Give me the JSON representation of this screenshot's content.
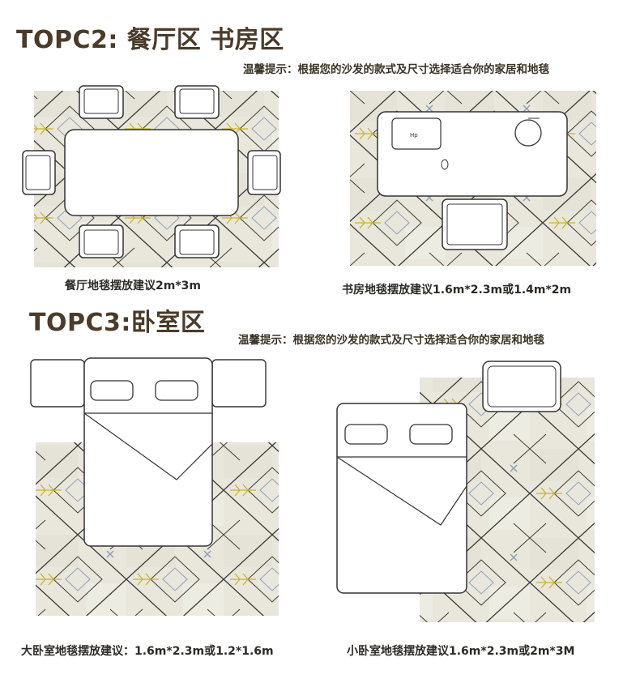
{
  "section_dining_study": {
    "title": "TOPC2:  餐厅区 书房区",
    "tip": "温馨提示：根据您的沙发的款式及尺寸选择适合你的家居和地毯",
    "dining_caption": "餐厅地毯摆放建议2m*3m",
    "study_caption": "书房地毯摆放建议1.6m*2.3m或1.4m*2m",
    "laptop_brand": "Hp"
  },
  "section_bedroom": {
    "title": "TOPC3:卧室区",
    "tip": "温馨提示：根据您的沙发的款式及尺寸选择适合你的家居和地毯",
    "large_bedroom_caption": "大卧室地毯摆放建议：1.6m*2.3m或1.2*1.6m",
    "small_bedroom_caption": "小卧室地毯摆放建议1.6m*2.3m或2m*3M"
  },
  "colors": {
    "heading": "#4a3b2a",
    "rug_base": "#e9e6dc",
    "rug_line": "#3b3a36",
    "accent_yellow": "#c9b52a",
    "accent_blue": "#8fa0b8"
  }
}
